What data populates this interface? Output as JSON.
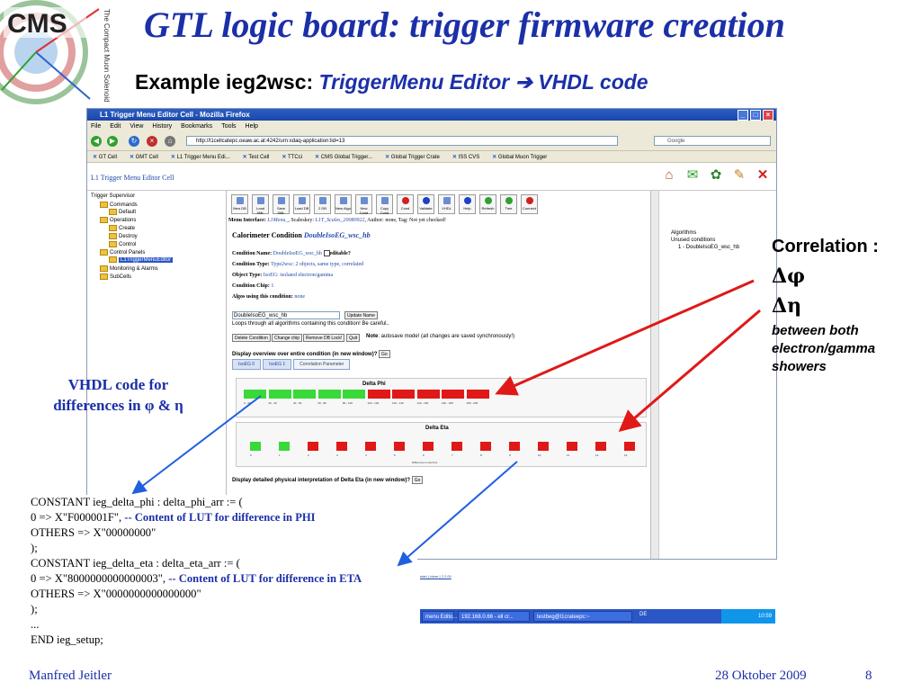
{
  "slide": {
    "title": "GTL logic board: trigger firmware creation",
    "subtitle_prefix": "Example ieg2wsc: ",
    "subtitle_italic": "TriggerMenu Editor ",
    "subtitle_arrow": "➔",
    "subtitle_suffix": " VHDL code",
    "logo_text": "CMS",
    "logo_side_text": "The Compact Muon Solenoid"
  },
  "browser": {
    "window_title": "L1 Trigger Menu Editor Cell - Mozilla Firefox",
    "menu": [
      "File",
      "Edit",
      "View",
      "History",
      "Bookmarks",
      "Tools",
      "Help"
    ],
    "url": "http://l1cellcatepc.oeaw.ac.at:4242/urn:xdaq-application:lid=13",
    "search_placeholder": "Google",
    "bookmarks": [
      "GT Cell",
      "GMT Cell",
      "L1 Trigger Menu Edi...",
      "Test Cell",
      "TTCci",
      "CMS Global Trigger...",
      "Global Trigger Crate",
      "ISS CVS",
      "Global Muon Trigger"
    ]
  },
  "app": {
    "title": "L1 Trigger Menu Editor Cell",
    "tree": {
      "root": "Trigger Supervisor",
      "commands": "Commands",
      "default": "Default",
      "operations": "Operations",
      "create": "Create",
      "destroy": "Destroy",
      "control": "Control",
      "control_panels": "Control Panels",
      "selected": "L1TriggerMenuEditor",
      "monitoring": "Monitoring & Alarms",
      "subcells": "SubCells"
    },
    "toolbar": [
      "New DB",
      "Load XML",
      "Save XML",
      "Load DB",
      "2 DB",
      "New Algo",
      "New Cond",
      "Copy Cond",
      "Cond",
      "Validate",
      "VHDL",
      "Help",
      "Refresh",
      "Tree",
      "Connect"
    ],
    "menu_interface_label": "Menu Interface: ",
    "menu_interface_name": "L1Menu_",
    "menu_interface_rest": ", Scaleskey: ",
    "menu_interface_scales": "L1T_Scales_20080922",
    "menu_interface_tail": ", Author: none, Tag: Not yet checked!",
    "condition_heading": "Calorimeter Condition ",
    "condition_heading_name": "DoubleIsoEG_wsc_hb",
    "lines": {
      "name_label": "Condition Name: ",
      "name_value": "DoubleIsoEG_wsc_hb",
      "name_editable": "editable?",
      "type_label": "Condition Type: ",
      "type_value": "Type2wsc: 2 objects, same type, correlated",
      "object_label": "Object Type: ",
      "object_value": "IsoEG: isolated electron/gamma",
      "chip_label": "Condition Chip: ",
      "chip_value": "1",
      "algos_label": "Algos using this condition: ",
      "algos_value": "none"
    },
    "name_input_value": "DoubleIsoEG_wsc_hb",
    "update_name_button": "Update Name",
    "loop_text": "Loops through all algorithms containing this condition! Be careful..",
    "buttons": {
      "delete": "Delete Condition",
      "change_chip": "Change chip",
      "remove_lock": "Remove DB Lock!",
      "quit": "Quit"
    },
    "autosave_note_label": "Note",
    "autosave_note": ": autosave mode! (all changes are saved synchronously!)",
    "overview_text": "Display overview over entire condition (in new window)?",
    "go_label": "Go",
    "tabs": [
      "IsoEG 0",
      "IsoEG 1",
      "Correlation Parameter"
    ],
    "delta_phi_title": "Delta Phi",
    "delta_eta_title": "Delta Eta",
    "delta_phi_bins": [
      true,
      true,
      true,
      true,
      true,
      false,
      false,
      false,
      false,
      false
    ],
    "delta_eta_bins": [
      true,
      true,
      false,
      false,
      false,
      false,
      false,
      false,
      false,
      false,
      false,
      false,
      false,
      false
    ],
    "delta_phi_labels": [
      "0 - 20",
      "20 - 40",
      "40 - 60",
      "60 - 80",
      "80 - 100",
      "100 - 120",
      "120 - 140",
      "140 - 160",
      "160 - 180",
      "180 - 200"
    ],
    "delta_eta_labels": [
      "0",
      "1",
      "2",
      "3",
      "4",
      "5",
      "6",
      "7",
      "8",
      "9",
      "10",
      "11",
      "12",
      "13"
    ],
    "eta_footer": "Difference in eta bins",
    "detail_text": "Display detailed physical interpretation of Delta Eta (in new window)?",
    "right_tree": {
      "algorithms": "Algorithms",
      "unused": "Unused conditions",
      "item": "1 - DoubleIsoEG_wsc_hb"
    }
  },
  "taskbar": {
    "items": [
      "menu Edito...",
      "192.168.0.66 - ell cr...",
      "testbeg@l1crateepc:~"
    ],
    "lang": "DE",
    "clock": "10:59",
    "status_link": "start | close | 2.2.00"
  },
  "annotation": {
    "correlation_label": "Correlation :",
    "delta_phi": "Δφ",
    "delta_eta": "Δη",
    "desc_1": "between both",
    "desc_2": "electron/gamma",
    "desc_3": "showers",
    "vhdl_1": "VHDL code for",
    "vhdl_2": "differences in φ & η"
  },
  "code": {
    "l1": "CONSTANT ieg_delta_phi : delta_phi_arr := (",
    "l2a": "0 => X\"F000001F\",   ",
    "l2b": "-- Content of LUT for difference in PHI",
    "l3": "OTHERS => X\"00000000\"",
    "l4": ");",
    "l5": "CONSTANT ieg_delta_eta : delta_eta_arr := (",
    "l6a": "0 => X\"8000000000000003\",  ",
    "l6b": "-- Content of LUT for difference in ETA",
    "l7": "OTHERS => X\"0000000000000000\"",
    "l8": ");",
    "l9": "...",
    "l10": "END ieg_setup;"
  },
  "footer": {
    "author": "Manfred Jeitler",
    "date": "28 Oktober  2009",
    "page": "8"
  },
  "colors": {
    "title_blue": "#1b2fa8",
    "lut_on": "#39d939",
    "lut_off": "#e01818",
    "arrow_red": "#e01818",
    "arrow_blue": "#2060e0"
  }
}
